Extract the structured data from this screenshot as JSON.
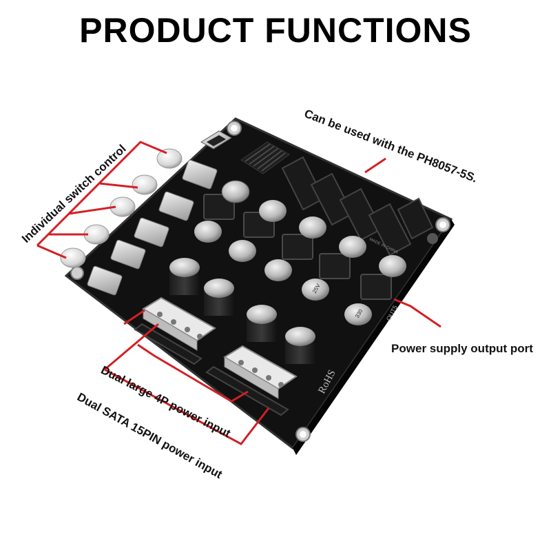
{
  "title": "PRODUCT FUNCTIONS",
  "labels": {
    "switch_control": "Individual switch control",
    "compat": "Can be used with the PH8057-5S.",
    "output": "Power supply output port",
    "large4p": "Dual large 4P power input",
    "sata": "Dual SATA 15PIN power input"
  },
  "board_text": {
    "rohs": "RoHS",
    "made_in": "MADE IN CHINA",
    "out5": "OUT5",
    "cap_value": "330",
    "cap_rating": "25V"
  },
  "colors": {
    "board": "#151515",
    "callout": "#d41f24",
    "text": "#111111"
  }
}
